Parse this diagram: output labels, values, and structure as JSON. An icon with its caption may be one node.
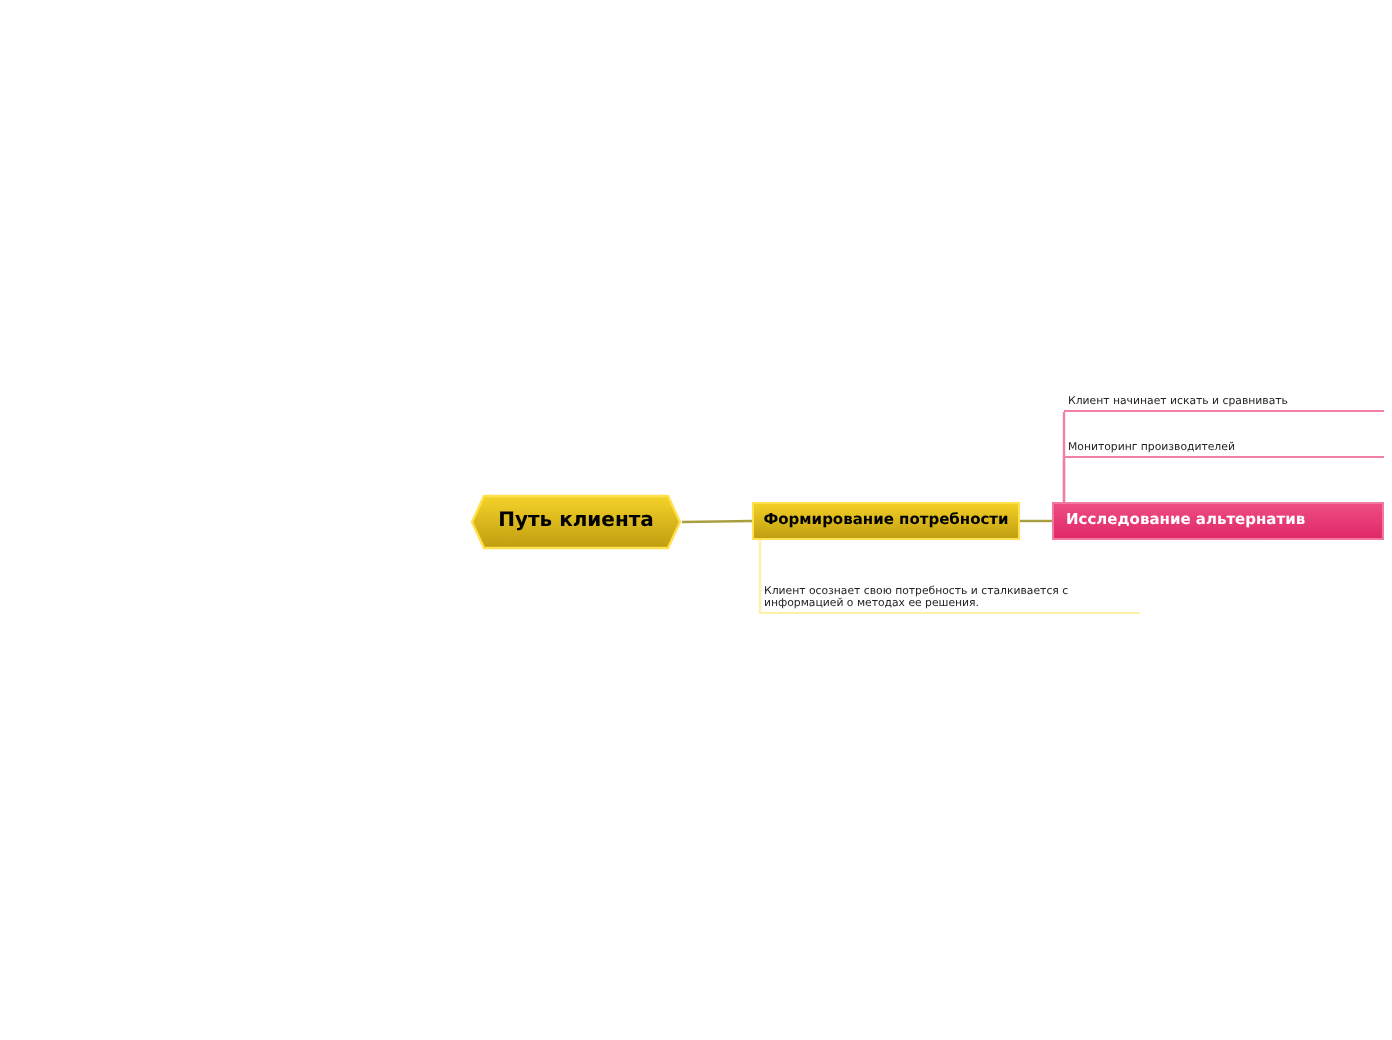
{
  "diagram": {
    "nodes": [
      {
        "text": [
          "Путь клиента"
        ]
      },
      {
        "text": [
          "Формирование потребности"
        ]
      },
      {
        "text": [
          "Исследование альтернатив"
        ]
      },
      {
        "text": [
          "Клиент начинает искать и сравнивать"
        ]
      },
      {
        "text": [
          "Мониторинг производителей"
        ]
      },
      {
        "text": [
          "Клиент осознает свою потребность и сталкивается с информацией о методах ее решения."
        ]
      }
    ],
    "edges": [
      {
        "from": 0,
        "to": 1,
        "arrow": "none"
      },
      {
        "from": 1,
        "to": 2,
        "arrow": "none"
      },
      {
        "from": 2,
        "to": 3,
        "arrow": "none",
        "color": "#f080a8"
      },
      {
        "from": 2,
        "to": 4,
        "arrow": "none",
        "color": "#f080a8"
      },
      {
        "from": 1,
        "to": 5,
        "arrow": "none",
        "color": "#fff0a8"
      }
    ]
  }
}
